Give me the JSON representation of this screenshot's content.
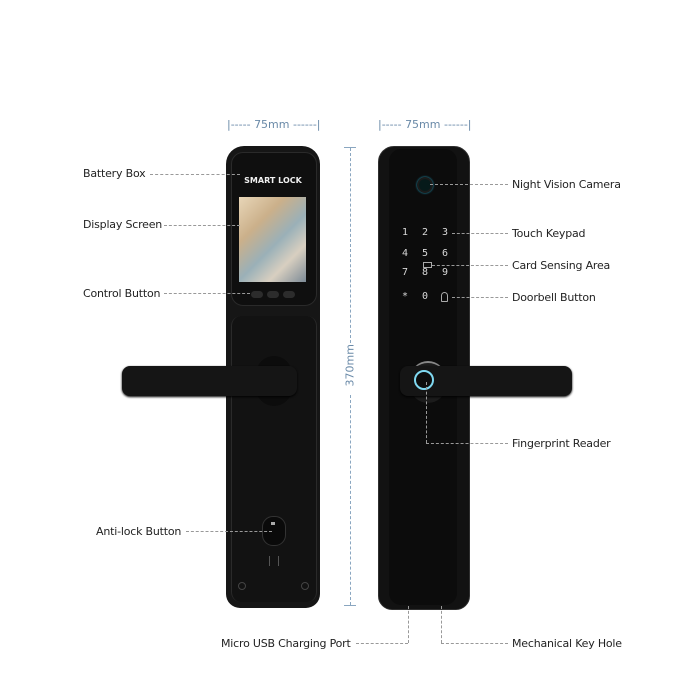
{
  "dimensions": {
    "left_width": "75mm",
    "right_width": "75mm",
    "height": "370mm"
  },
  "front_panel": {
    "brand_text": "SMART LOCK",
    "control_buttons": 3
  },
  "rear_panel": {
    "keypad": [
      "1",
      "2",
      "3",
      "4",
      "5",
      "6",
      "7",
      "8",
      "9",
      "*",
      "0",
      "bell"
    ]
  },
  "labels": {
    "battery_box": "Battery Box",
    "display_screen": "Display Screen",
    "control_button": "Control Button",
    "anti_lock_button": "Anti-lock Button",
    "night_vision_camera": "Night Vision Camera",
    "touch_keypad": "Touch Keypad",
    "card_sensing_area": "Card Sensing Area",
    "doorbell_button": "Doorbell Button",
    "fingerprint_reader": "Fingerprint Reader",
    "micro_usb_port": "Micro USB Charging Port",
    "mechanical_key_hole": "Mechanical Key Hole"
  },
  "colors": {
    "dimension_line": "#8aa6c0",
    "fingerprint_ring": "#7fd8f0",
    "lock_body": "#141414"
  }
}
